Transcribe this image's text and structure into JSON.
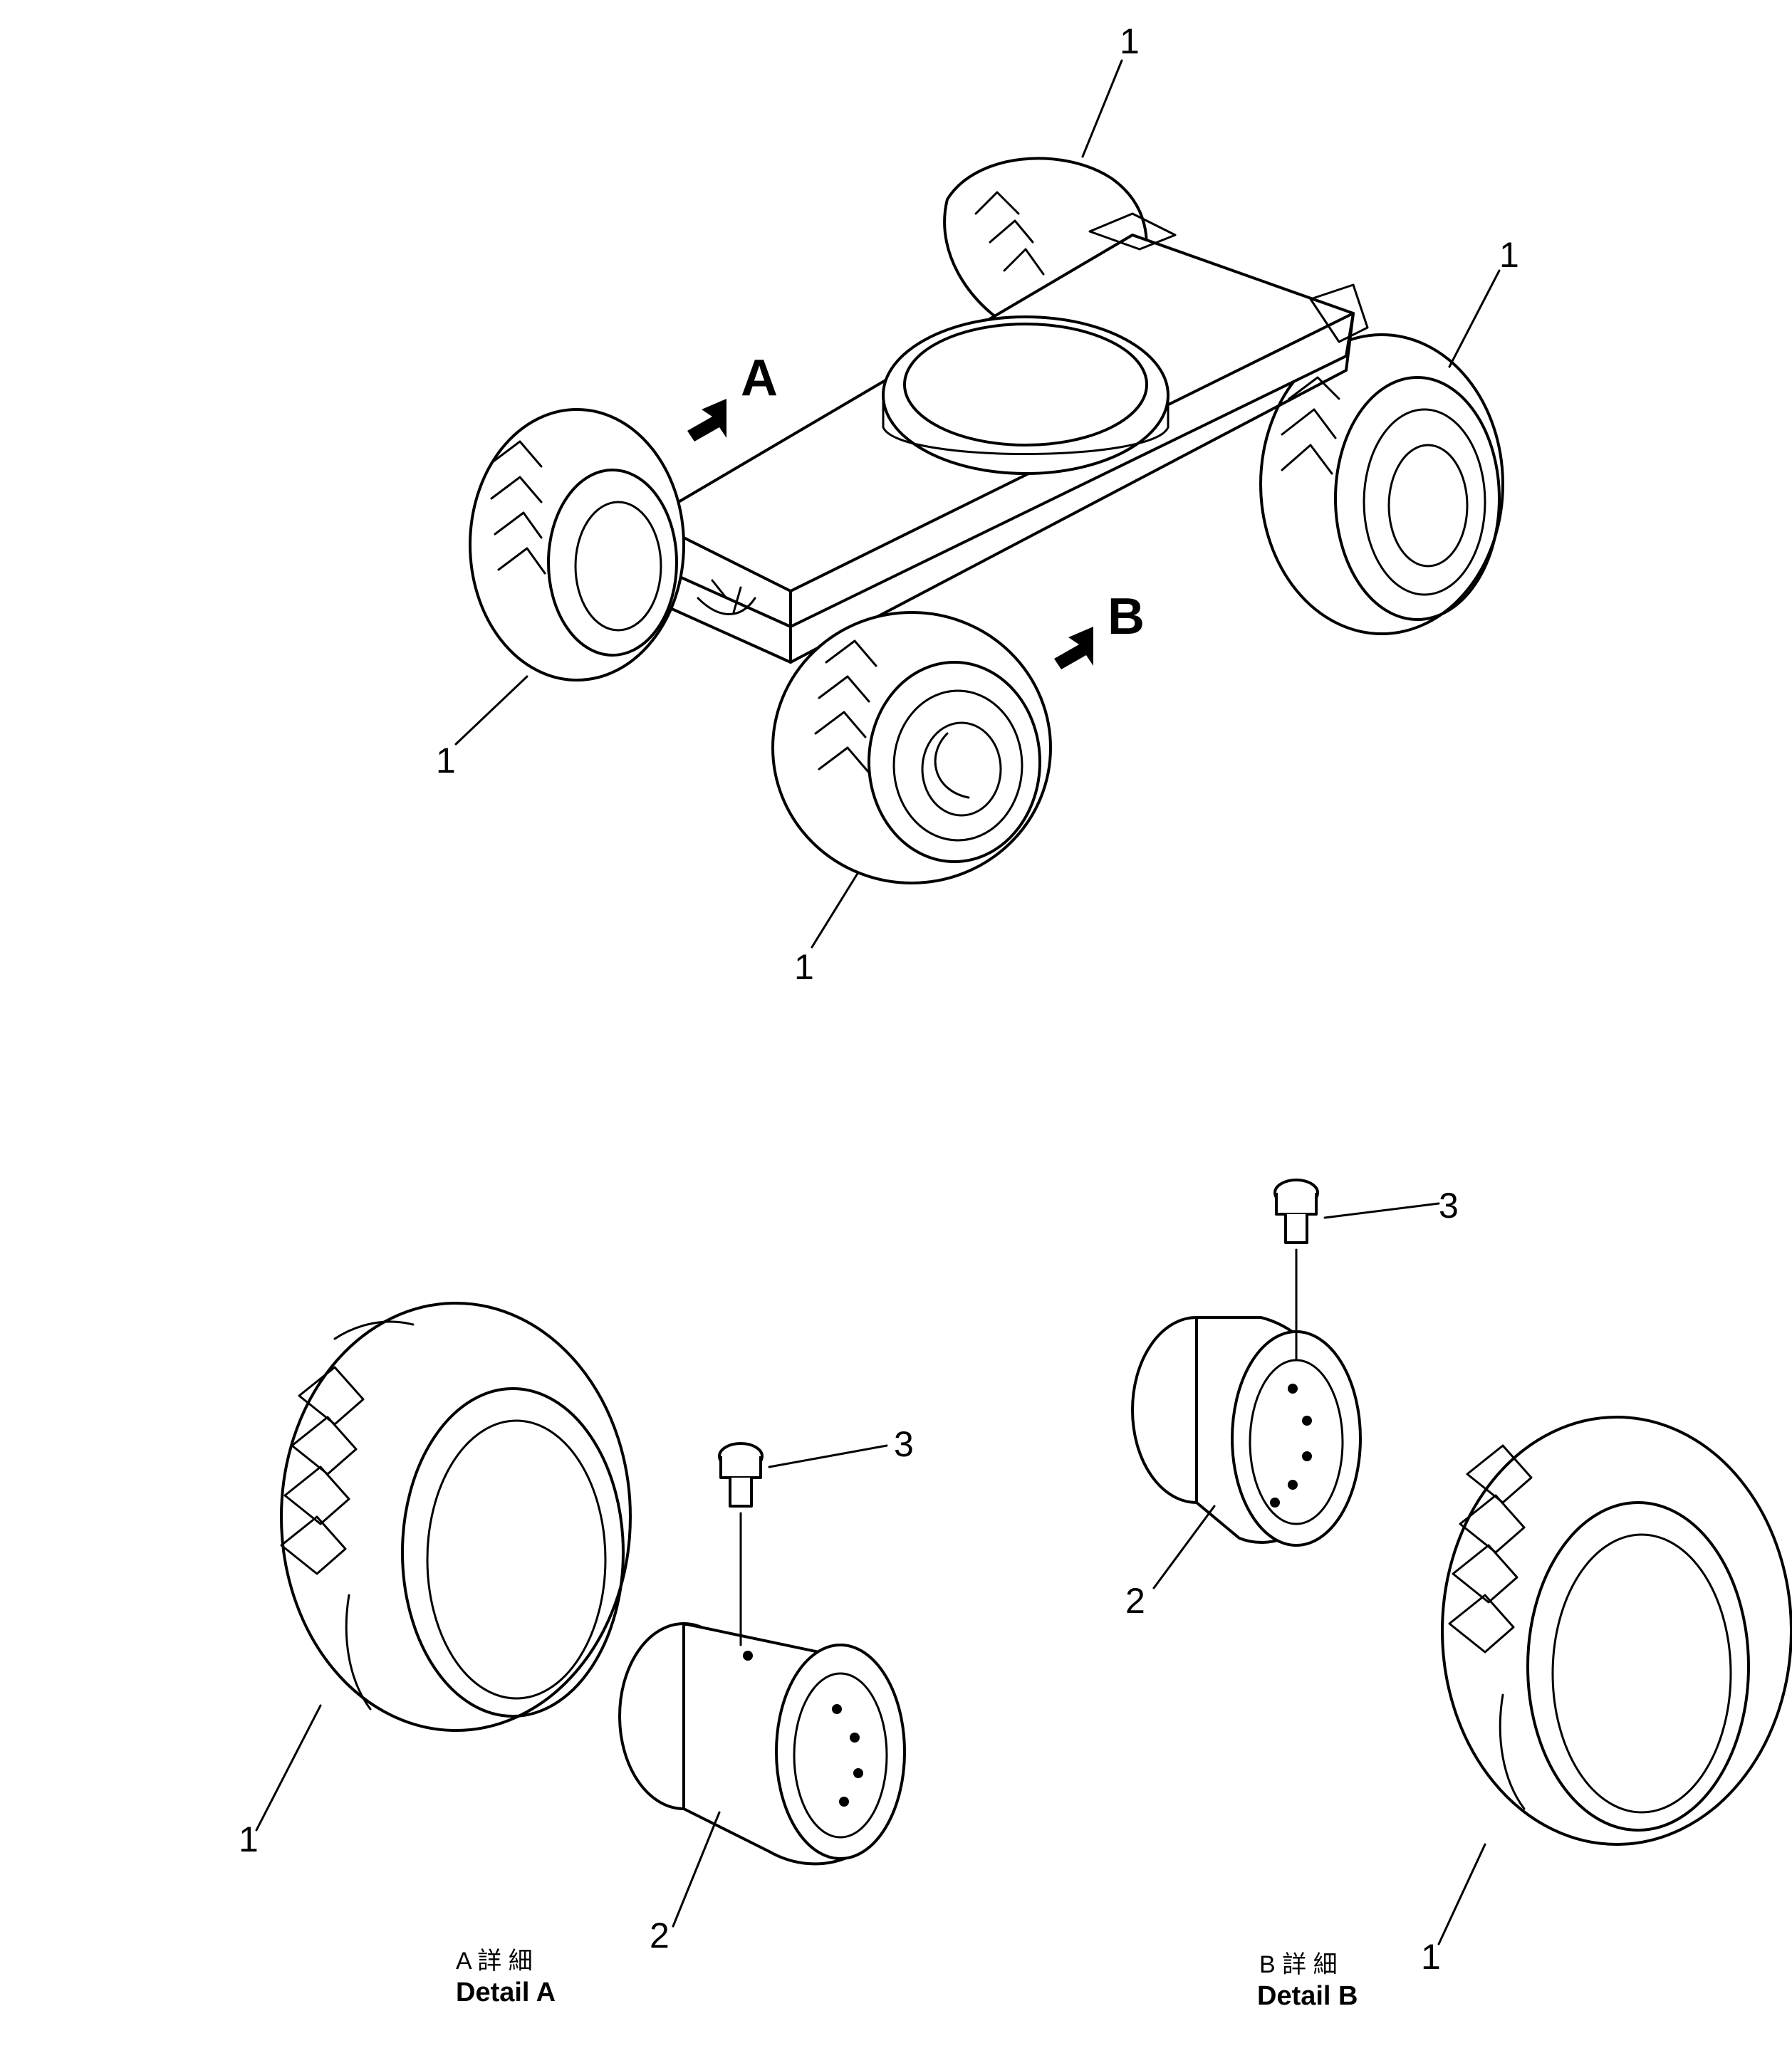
{
  "callouts": {
    "tire": "1",
    "rim": "2",
    "valve": "3"
  },
  "views": {
    "a": "A",
    "b": "B"
  },
  "details": {
    "a": {
      "jp": "A 詳 細",
      "en": "Detail A"
    },
    "b": {
      "jp": "B 詳 細",
      "en": "Detail B"
    }
  }
}
